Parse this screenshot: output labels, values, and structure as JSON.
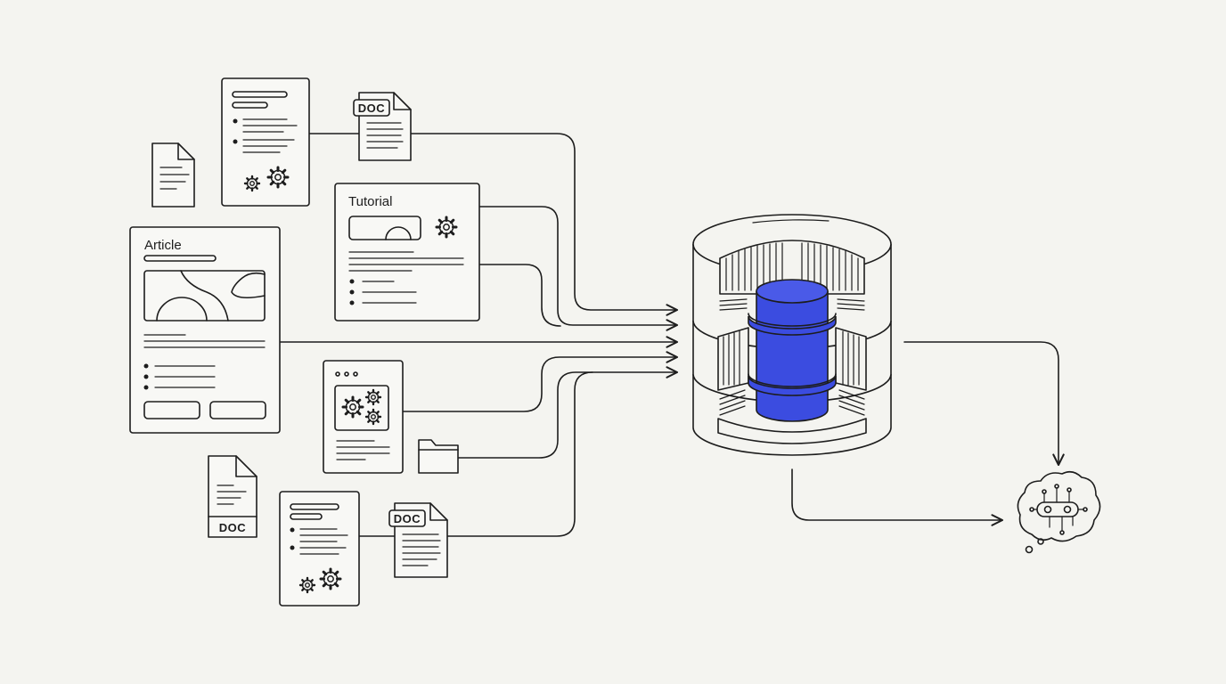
{
  "labels": {
    "article": "Article",
    "tutorial": "Tutorial",
    "doc_top": "DOC",
    "doc_bottom_left": "DOC",
    "doc_bottom_right": "DOC"
  },
  "colors": {
    "background": "#f4f4f0",
    "stroke": "#1d1d1d",
    "accent": "#3b4ce0"
  },
  "icons": [
    "document-icon",
    "gear-icon",
    "folder-icon",
    "database-icon",
    "ai-brain-icon",
    "arrow-icon"
  ]
}
